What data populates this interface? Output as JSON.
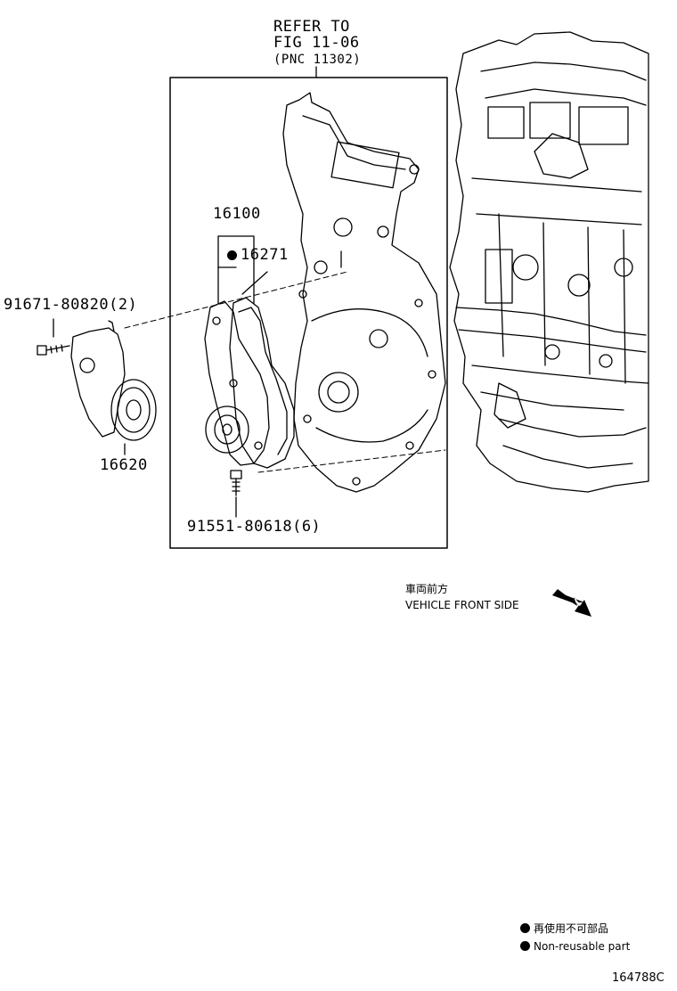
{
  "refer": {
    "line1": "REFER TO",
    "line2": "FIG 11-06",
    "line3": "(PNC 11302)"
  },
  "parts": {
    "water_pump": "16100",
    "gasket": "16271",
    "bolt_tensioner": "91671-80820(2)",
    "tensioner": "16620",
    "bolt_pump": "91551-80618(6)"
  },
  "direction": {
    "jp": "車両前方",
    "en": "VEHICLE FRONT SIDE"
  },
  "legend": {
    "jp": "再使用不可部品",
    "en": "Non-reusable part"
  },
  "figure_id": "164788C"
}
